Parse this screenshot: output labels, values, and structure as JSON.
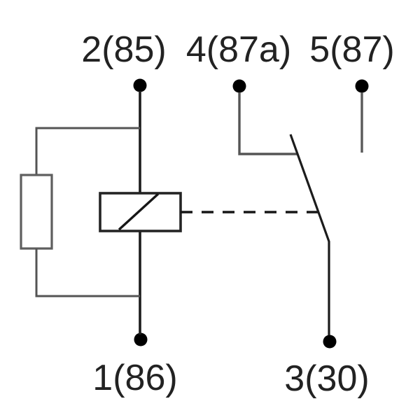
{
  "diagram": {
    "kind": "relay-circuit-schematic",
    "pins": {
      "pin2": {
        "label": "2(85)"
      },
      "pin4": {
        "label": "4(87a)"
      },
      "pin5": {
        "label": "5(87)"
      },
      "pin1": {
        "label": "1(86)"
      },
      "pin3": {
        "label": "3(30)"
      }
    },
    "colors": {
      "background": "#ffffff",
      "wire_gray": "#545454",
      "wire_dark": "#1c1c1c",
      "terminal_dot": "#000000",
      "text": "#222222"
    }
  }
}
